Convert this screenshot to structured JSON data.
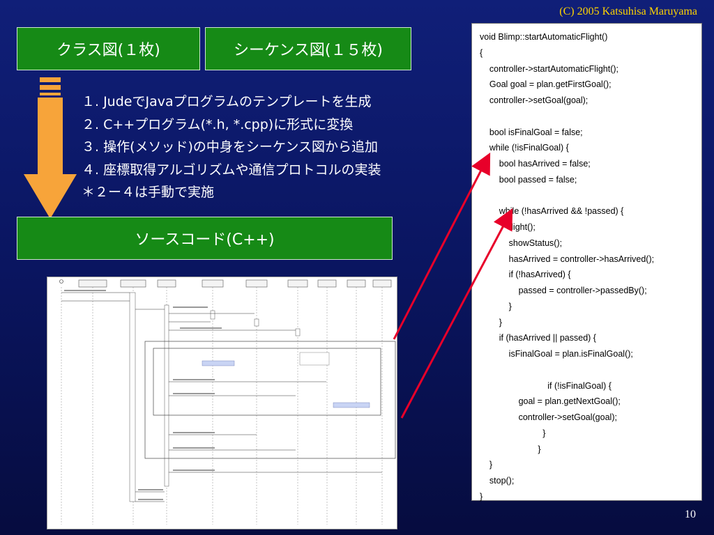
{
  "copyright": "(C) 2005 Katsuhisa Maruyama",
  "boxes": {
    "class_diagram": "クラス図(１枚)",
    "sequence_diagram": "シーケンス図(１５枚)",
    "source_code": "ソースコード(C++)"
  },
  "steps": [
    "１. JudeでJavaプログラムのテンプレートを生成",
    "２. C++プログラム(*.h, *.cpp)に形式に変換",
    "３. 操作(メソッド)の中身をシーケンス図から追加",
    "４. 座標取得アルゴリズムや通信プロトコルの実装",
    "＊２ー４は手動で実施"
  ],
  "code_lines": [
    "void Blimp::startAutomaticFlight()",
    "{",
    "    controller->startAutomaticFlight();",
    "    Goal goal = plan.getFirstGoal();",
    "    controller->setGoal(goal);",
    "",
    "    bool isFinalGoal = false;",
    "    while (!isFinalGoal) {",
    "        bool hasArrived = false;",
    "        bool passed = false;",
    "",
    "        while (!hasArrived && !passed) {",
    "            flight();",
    "            showStatus();",
    "            hasArrived = controller->hasArrived();",
    "            if (!hasArrived) {",
    "                passed = controller->passedBy();",
    "            }",
    "        }",
    "        if (hasArrived || passed) {",
    "            isFinalGoal = plan.isFinalGoal();",
    "",
    "                            if (!isFinalGoal) {",
    "                goal = plan.getNextGoal();",
    "                controller->setGoal(goal);",
    "                          }",
    "                        }",
    "    }",
    "    stop();",
    "}"
  ],
  "slide_number": "10",
  "colors": {
    "background": "#0a1560",
    "box_green": "#168a16",
    "arrow_orange": "#f7a43a",
    "red_arrow": "#e8002a",
    "copyright": "#ffd400"
  }
}
